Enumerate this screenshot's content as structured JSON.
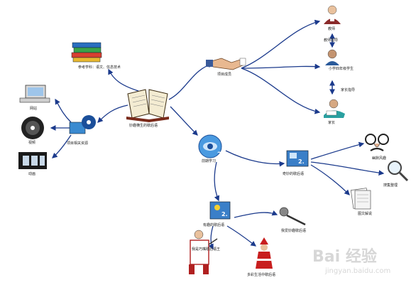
{
  "colors": {
    "link": "#1b3a8c",
    "accent_blue": "#2f7fd0"
  },
  "nodes": {
    "center": "妙趣横生的歇后语",
    "reference_subjects": "参考学科：语文、信息技术",
    "resources": "项目相关资源",
    "web": "网站",
    "video": "视频",
    "animation": "动画",
    "project_outcome": "项目成员",
    "teacher": "教师",
    "teacher_guidance": "教师指导",
    "student": "小学四年级学生",
    "parent_guidance": "家长指导",
    "parent": "家长",
    "pre_study": "前期学习",
    "odd_xiehouyu": "奇妙的歇后语",
    "humor": "幽默风趣",
    "search_collect": "搜集整理",
    "image_explain": "图文解说",
    "fun_xiehouyu": "有趣的歇后语",
    "my_favorite": "我爱妙趣歇后语",
    "poster_text": "我是巧嘴歇后语王",
    "daily_life": "多彩生活中歇后语"
  },
  "watermark": {
    "brand": "Bai 经验",
    "url": "jingyan.baidu.com"
  }
}
